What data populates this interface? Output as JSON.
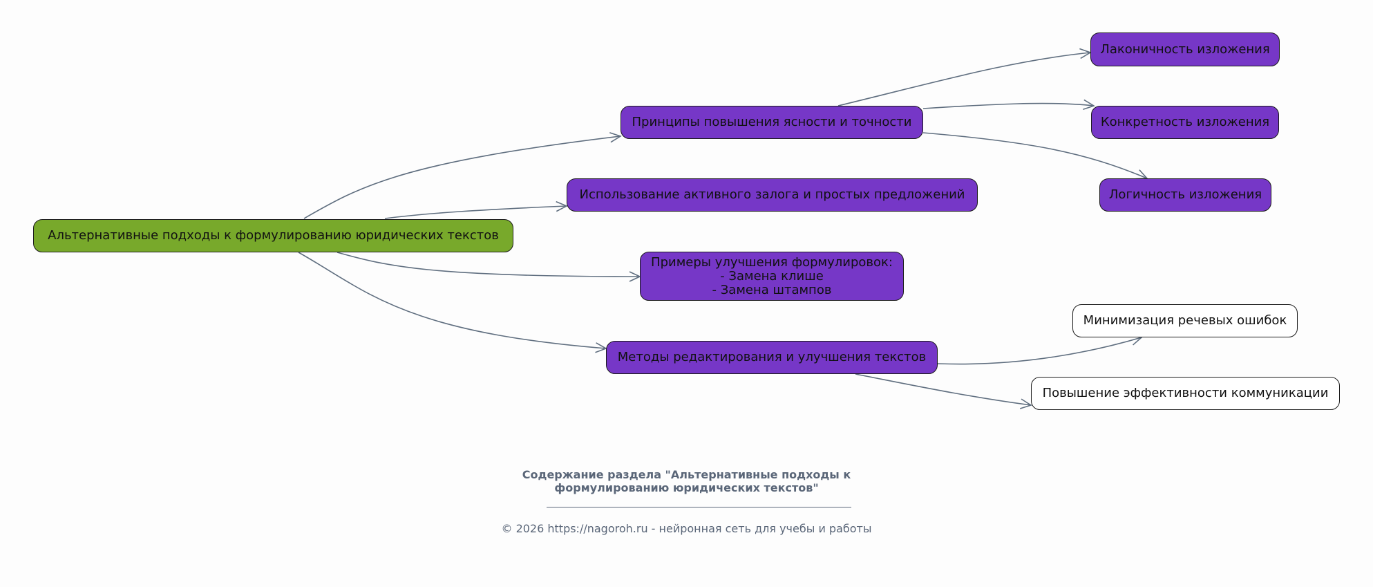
{
  "diagram": {
    "nodes": [
      {
        "id": "root",
        "label": "Альтернативные подходы к формулированию юридических текстов",
        "style": "root"
      },
      {
        "id": "principles",
        "label": "Принципы повышения ясности и точности",
        "style": "purple"
      },
      {
        "id": "active_voice",
        "label": "Использование активного залога и простых предложений",
        "style": "purple"
      },
      {
        "id": "examples",
        "label": "Примеры улучшения формулировок:\n- Замена клише\n- Замена штампов",
        "style": "purple"
      },
      {
        "id": "methods",
        "label": "Методы редактирования и улучшения текстов",
        "style": "purple"
      },
      {
        "id": "laconic",
        "label": "Лаконичность изложения",
        "style": "purple"
      },
      {
        "id": "concrete",
        "label": "Конкретность изложения",
        "style": "purple"
      },
      {
        "id": "logical",
        "label": "Логичность изложения",
        "style": "purple"
      },
      {
        "id": "minimize_errors",
        "label": "Минимизация речевых ошибок",
        "style": "white"
      },
      {
        "id": "communication",
        "label": "Повышение эффективности коммуникации",
        "style": "white"
      }
    ],
    "edges": [
      {
        "from": "root",
        "to": "principles"
      },
      {
        "from": "root",
        "to": "active_voice"
      },
      {
        "from": "root",
        "to": "examples"
      },
      {
        "from": "root",
        "to": "methods"
      },
      {
        "from": "principles",
        "to": "laconic"
      },
      {
        "from": "principles",
        "to": "concrete"
      },
      {
        "from": "principles",
        "to": "logical"
      },
      {
        "from": "methods",
        "to": "minimize_errors"
      },
      {
        "from": "methods",
        "to": "communication"
      }
    ],
    "colors": {
      "root_fill": "#78a92b",
      "purple_fill": "#7637c7",
      "white_fill": "#ffffff",
      "edge": "#5f6e7f",
      "footer_text": "#5a6678"
    }
  },
  "footer": {
    "title_line1": "Содержание раздела \"Альтернативные подходы к",
    "title_line2": "формулированию юридических текстов\"",
    "copyright": "© 2026 https://nagoroh.ru - нейронная сеть для учебы и работы"
  }
}
